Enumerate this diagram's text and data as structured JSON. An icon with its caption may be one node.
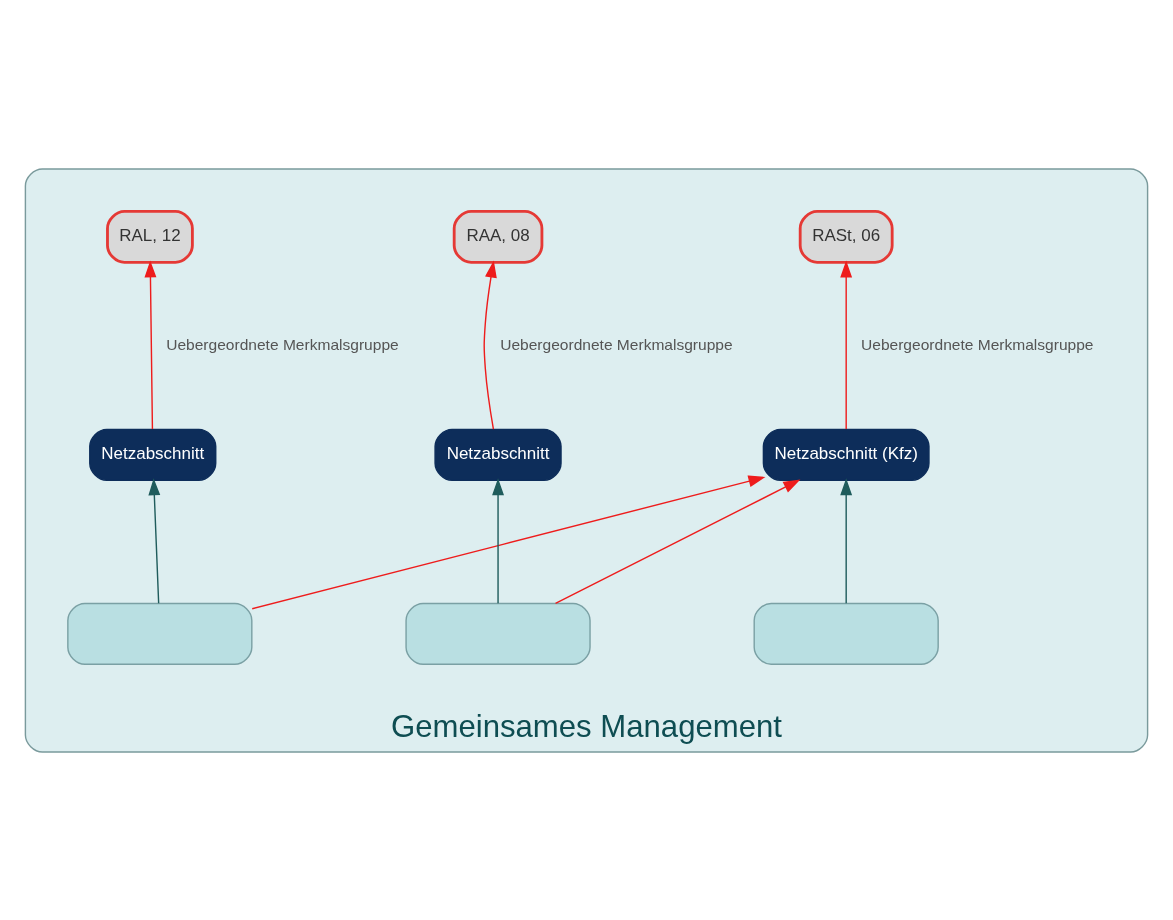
{
  "diagram": {
    "nodes": [
      {
        "text": [
          "Gemeinsames Management"
        ]
      },
      {
        "text": [
          "RAL, 12"
        ],
        "in": 0
      },
      {
        "text": [
          "RAA, 08"
        ],
        "in": 0
      },
      {
        "text": [
          "RASt, 06"
        ],
        "in": 0
      },
      {
        "text": [
          "Netzabschnitt"
        ],
        "in": 0
      },
      {
        "text": [
          "Netzabschnitt"
        ],
        "in": 0
      },
      {
        "text": [
          "Netzabschnitt (Kfz)"
        ],
        "in": 0
      },
      {
        "text": [],
        "shape": "box",
        "in": 0
      },
      {
        "text": [],
        "shape": "box",
        "in": 0
      },
      {
        "text": [],
        "shape": "box",
        "in": 0
      }
    ],
    "edges": [
      {
        "from": 4,
        "to": 1,
        "arrow": "to",
        "label": "Uebergeordnete Merkmalsgruppe"
      },
      {
        "from": 5,
        "to": 2,
        "arrow": "to",
        "label": "Uebergeordnete Merkmalsgruppe"
      },
      {
        "from": 6,
        "to": 3,
        "arrow": "to",
        "label": "Uebergeordnete Merkmalsgruppe"
      },
      {
        "from": 7,
        "to": 4,
        "arrow": "to",
        "color": "#1f5c5c"
      },
      {
        "from": 8,
        "to": 5,
        "arrow": "to",
        "color": "#1f5c5c"
      },
      {
        "from": 9,
        "to": 6,
        "arrow": "to",
        "color": "#1f5c5c"
      },
      {
        "from": 7,
        "to": 6,
        "arrow": "to"
      },
      {
        "from": 8,
        "to": 6,
        "arrow": "to"
      }
    ]
  }
}
